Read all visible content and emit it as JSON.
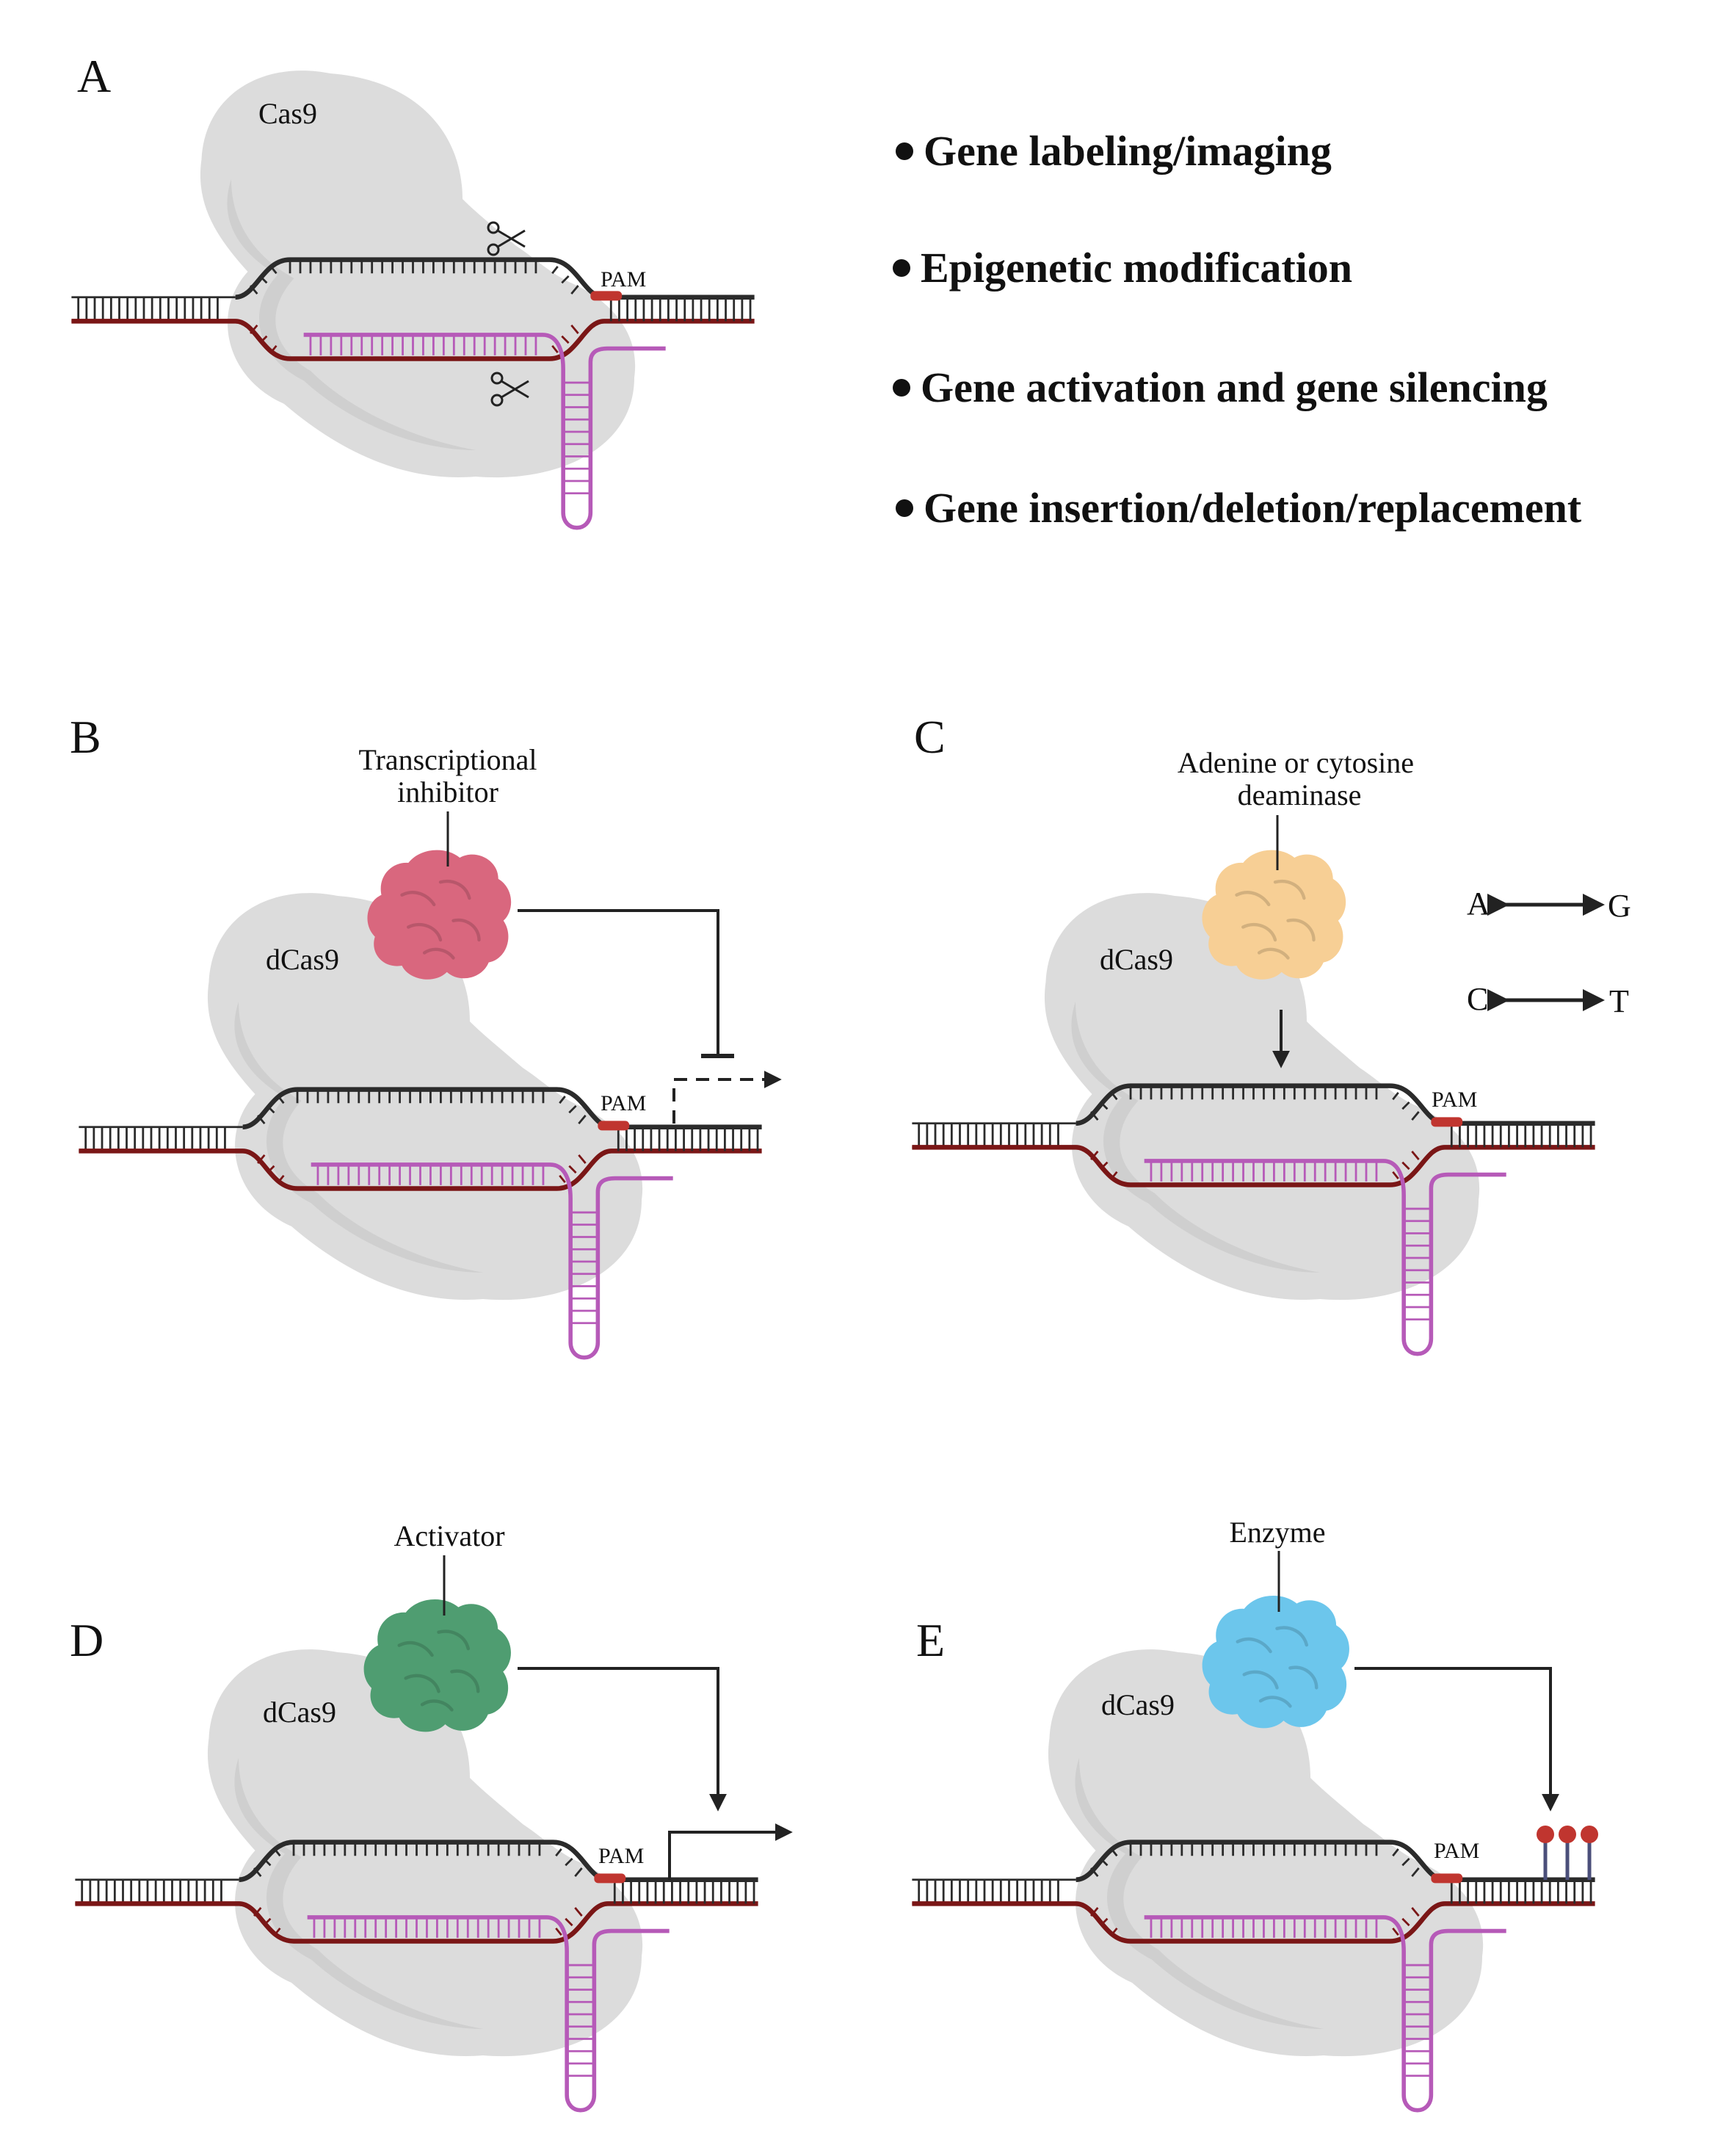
{
  "panels": {
    "A": {
      "letter": "A",
      "protein": "Cas9",
      "pam": "PAM"
    },
    "B": {
      "letter": "B",
      "protein": "dCas9",
      "pam": "PAM",
      "effector_lines": [
        "Transcriptional",
        "inhibitor"
      ]
    },
    "C": {
      "letter": "C",
      "protein": "dCas9",
      "pam": "PAM",
      "effector_lines": [
        "Adenine or cytosine",
        "deaminase"
      ],
      "conversions": [
        {
          "from": "A",
          "to": "G"
        },
        {
          "from": "C",
          "to": "T"
        }
      ]
    },
    "D": {
      "letter": "D",
      "protein": "dCas9",
      "pam": "PAM",
      "effector_lines": [
        "Activator"
      ]
    },
    "E": {
      "letter": "E",
      "protein": "dCas9",
      "pam": "PAM",
      "effector_lines": [
        "Enzyme"
      ]
    }
  },
  "applications": [
    "Gene labeling/imaging",
    "Epigenetic modification",
    "Gene activation and gene silencing",
    "Gene insertion/deletion/replacement"
  ],
  "colors": {
    "protein_fill": "#dcdcdc",
    "protein_shadow": "#cfcfcf",
    "top_strand": "#2b2b2b",
    "bottom_strand": "#7a1616",
    "guide_rna": "#b65ab8",
    "pam": "#c0352f",
    "inhibitor": "#d9677e",
    "deaminase": "#f7cf95",
    "activator": "#4f9d71",
    "enzyme": "#6cc6ec",
    "methyl_mark": "#c0352f",
    "methyl_stem": "#4b4f7a"
  },
  "icons": {
    "cut_site": "scissors-icon",
    "repression": "t-bar-arrow",
    "activation": "bent-arrow",
    "base_conversion": "double-headed-arrow"
  }
}
